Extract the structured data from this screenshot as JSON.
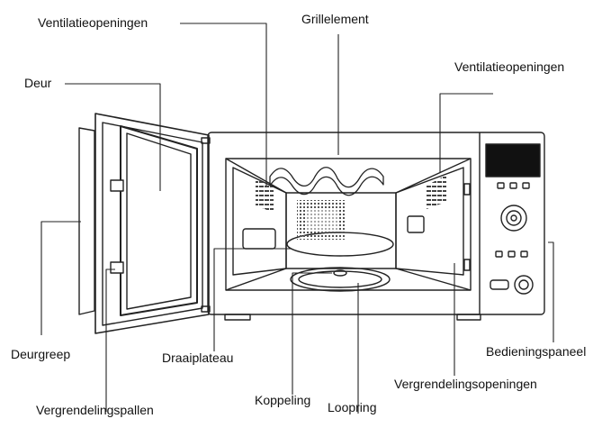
{
  "labels": {
    "vent_left": "Ventilatieopeningen",
    "grill": "Grillelement",
    "vent_right": "Ventilatieopeningen",
    "door": "Deur",
    "door_handle": "Deurgreep",
    "turntable": "Draaiplateau",
    "control_panel": "Bedieningspaneel",
    "coupling": "Koppeling",
    "lock_openings": "Vergrendelingsopeningen",
    "lock_latches": "Vergrendelingspallen",
    "roller_ring": "Loopring"
  },
  "colors": {
    "line": "#222222",
    "display": "#111111"
  }
}
